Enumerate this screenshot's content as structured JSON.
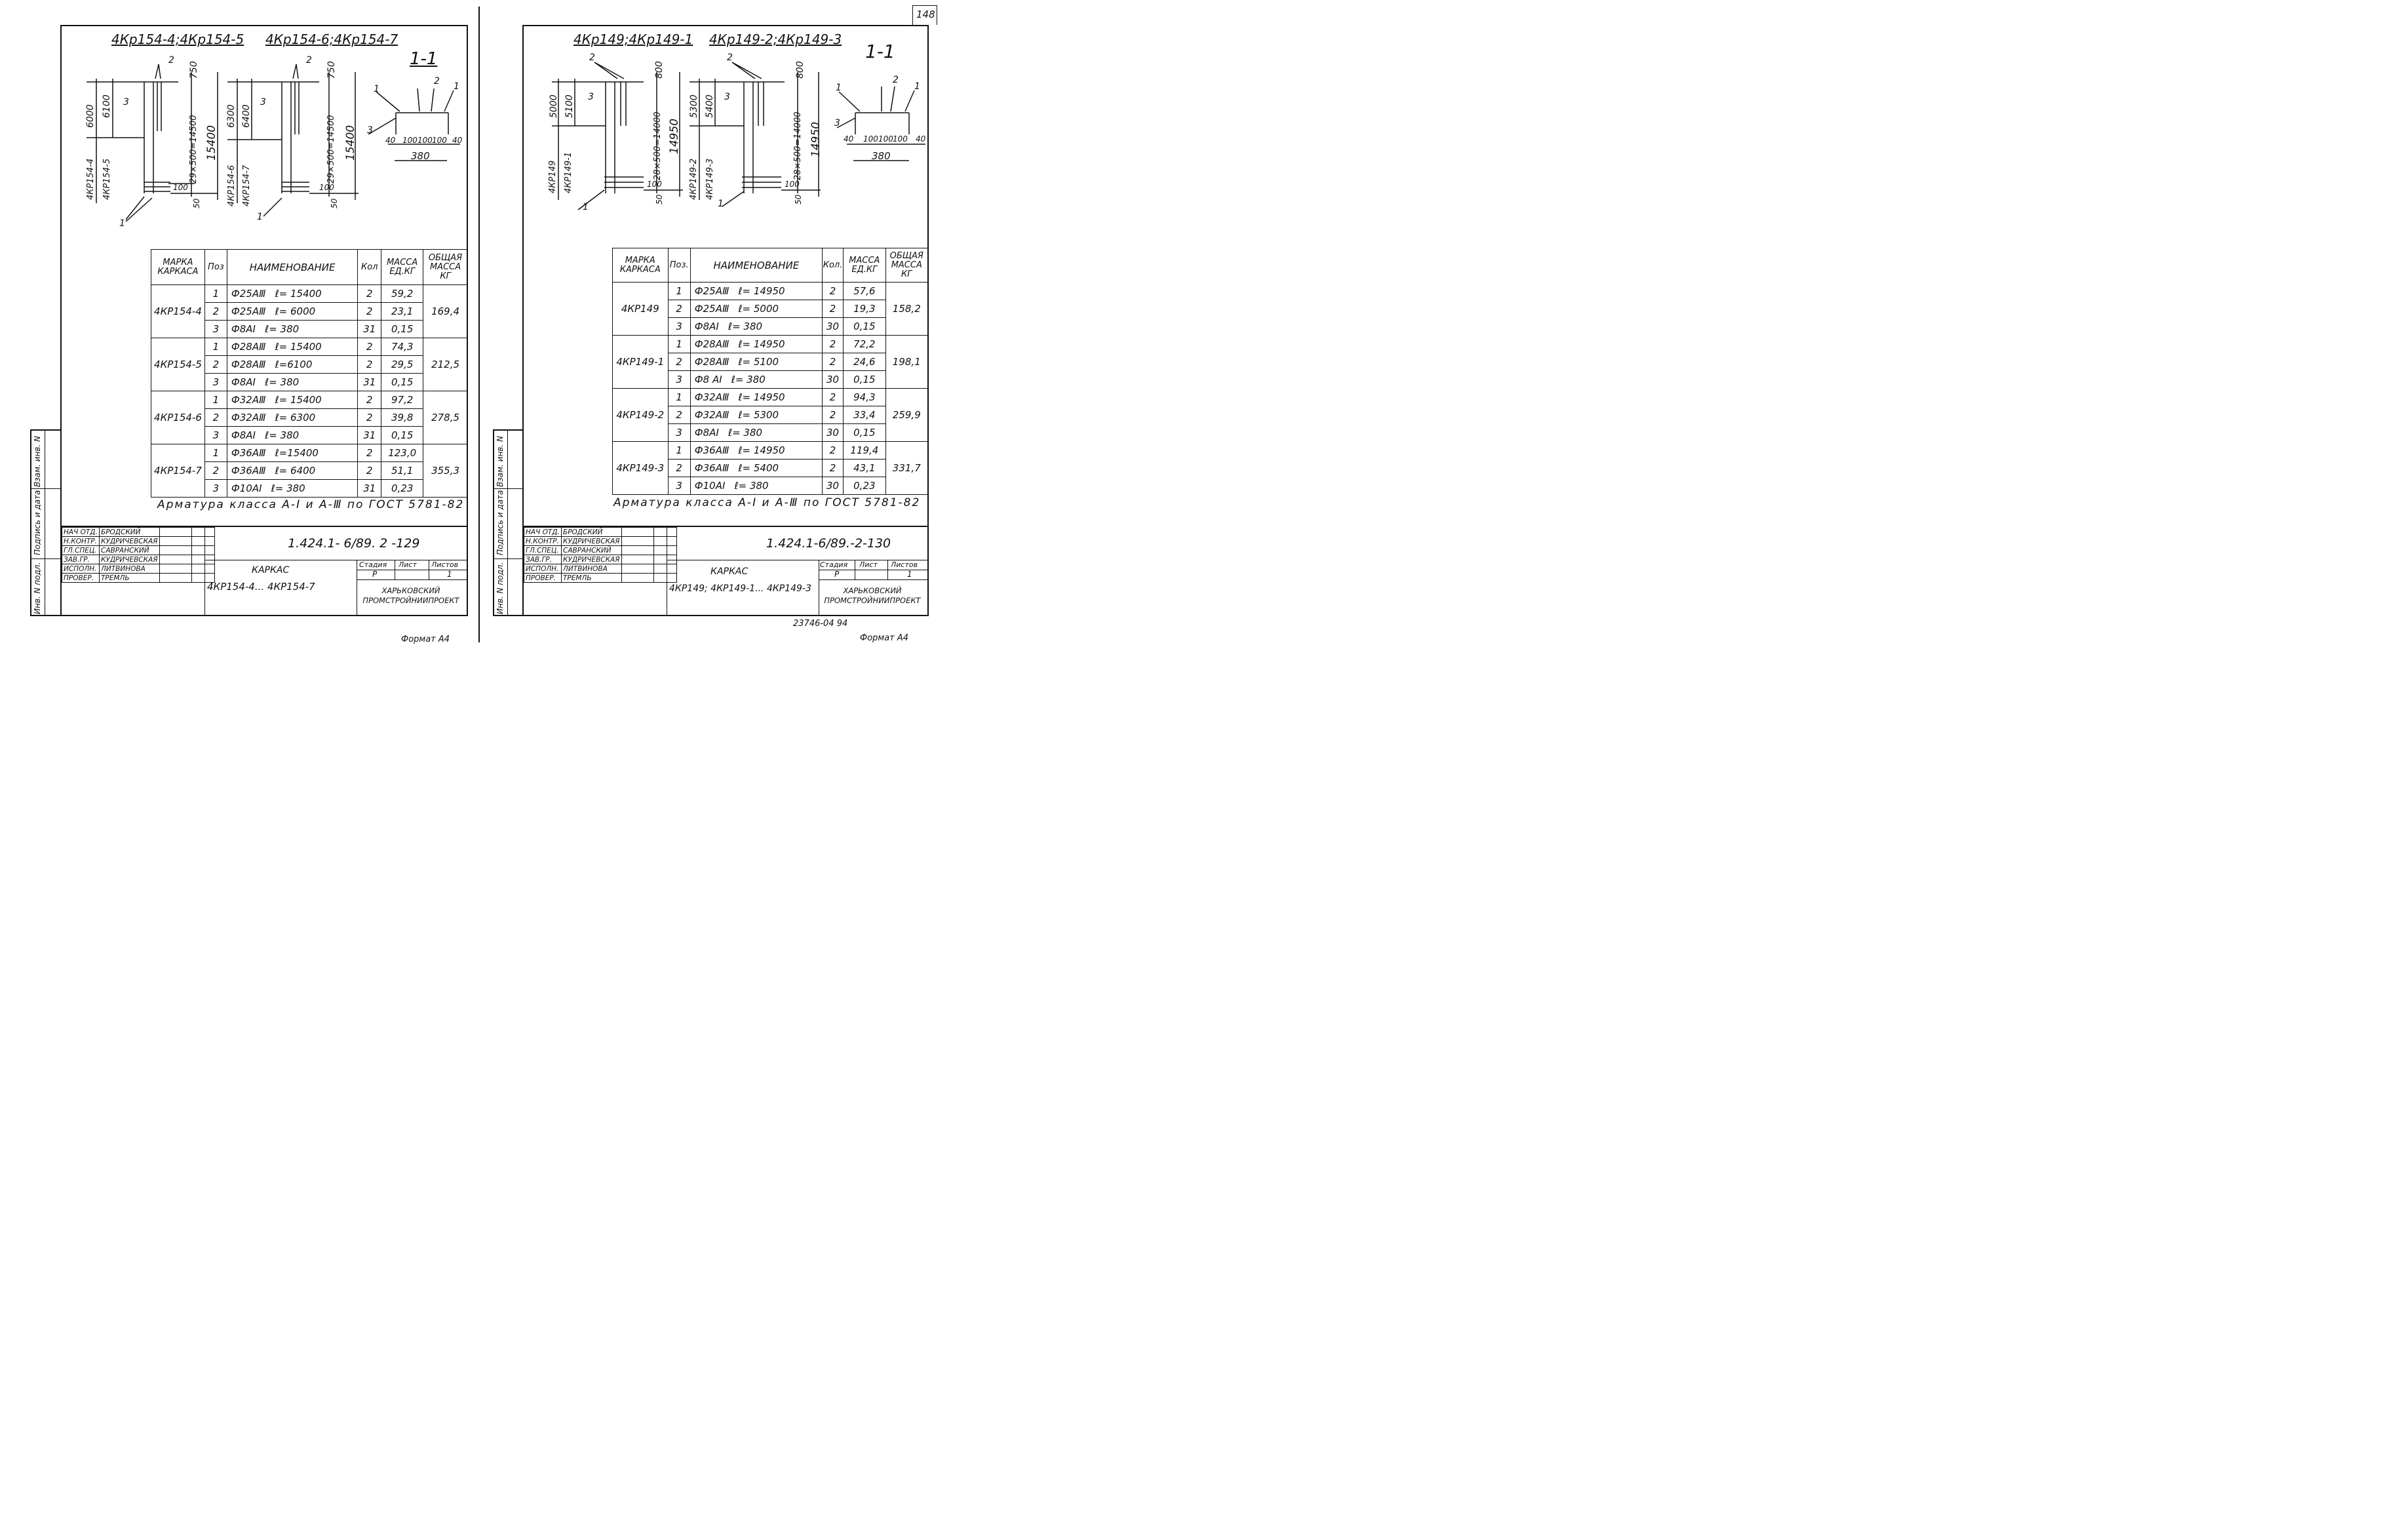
{
  "left": {
    "header_marks_a": "4Кр154-4;4Кр154-5",
    "header_marks_b": "4Кр154-6;4Кр154-7",
    "section_label": "1-1",
    "dims": {
      "top_len": "750",
      "total_len": "15400",
      "spacing": "29×500=14500",
      "short_a": "6000",
      "short_b": "6100",
      "short_c": "6300",
      "short_d": "6400",
      "end_100": "100",
      "end_50": "50",
      "mark_a": "4КР154-4",
      "mark_b": "4КР154-5",
      "mark_c": "4КР154-6",
      "mark_d": "4КР154-7",
      "pos1": "1",
      "pos2": "2",
      "pos3": "3",
      "sec_40": "40",
      "sec_100": "100",
      "sec_380": "380"
    },
    "table": {
      "headers": {
        "mark": "МАРКА КАРКАСА",
        "pos": "Поз",
        "name": "НАИМЕНОВАНИЕ",
        "qty": "Кол",
        "mass": "МАССА ЕД.КГ",
        "total": "ОБЩАЯ МАССА КГ"
      },
      "groups": [
        {
          "mark": "4КР154-4",
          "total": "169,4",
          "rows": [
            {
              "pos": "1",
              "bar": "Ф25АⅢ",
              "len": "ℓ= 15400",
              "qty": "2",
              "mass": "59,2"
            },
            {
              "pos": "2",
              "bar": "Ф25АⅢ",
              "len": "ℓ= 6000",
              "qty": "2",
              "mass": "23,1"
            },
            {
              "pos": "3",
              "bar": "Ф8АI",
              "len": "ℓ= 380",
              "qty": "31",
              "mass": "0,15"
            }
          ]
        },
        {
          "mark": "4КР154-5",
          "total": "212,5",
          "rows": [
            {
              "pos": "1",
              "bar": "Ф28АⅢ",
              "len": "ℓ= 15400",
              "qty": "2",
              "mass": "74,3"
            },
            {
              "pos": "2",
              "bar": "Ф28АⅢ",
              "len": "ℓ=6100",
              "qty": "2",
              "mass": "29,5"
            },
            {
              "pos": "3",
              "bar": "Ф8АI",
              "len": "ℓ= 380",
              "qty": "31",
              "mass": "0,15"
            }
          ]
        },
        {
          "mark": "4КР154-6",
          "total": "278,5",
          "rows": [
            {
              "pos": "1",
              "bar": "Ф32АⅢ",
              "len": "ℓ= 15400",
              "qty": "2",
              "mass": "97,2"
            },
            {
              "pos": "2",
              "bar": "Ф32АⅢ",
              "len": "ℓ= 6300",
              "qty": "2",
              "mass": "39,8"
            },
            {
              "pos": "3",
              "bar": "Ф8АI",
              "len": "ℓ= 380",
              "qty": "31",
              "mass": "0,15"
            }
          ]
        },
        {
          "mark": "4КР154-7",
          "total": "355,3",
          "rows": [
            {
              "pos": "1",
              "bar": "Ф36АⅢ",
              "len": "ℓ=15400",
              "qty": "2",
              "mass": "123,0"
            },
            {
              "pos": "2",
              "bar": "Ф36АⅢ",
              "len": "ℓ= 6400",
              "qty": "2",
              "mass": "51,1"
            },
            {
              "pos": "3",
              "bar": "Ф10АI",
              "len": "ℓ= 380",
              "qty": "31",
              "mass": "0,23"
            }
          ]
        }
      ]
    },
    "note": "Арматура класса А-I и А-Ⅲ по ГОСТ 5781-82",
    "title_block": {
      "code": "1.424.1- 6/89. 2 -129",
      "roles": [
        {
          "role": "НАЧ ОТД.",
          "name": "БРОДСКИЙ"
        },
        {
          "role": "Н.КОНТР.",
          "name": "КУДРИЧЕВСКАЯ"
        },
        {
          "role": "ГЛ.СПЕЦ.",
          "name": "САВРАНСКИЙ"
        },
        {
          "role": "ЗАВ.ГР.",
          "name": "КУДРИЧЕВСКАЯ"
        },
        {
          "role": "ИСПОЛН.",
          "name": "ЛИТВИНОВА"
        },
        {
          "role": "ПРОВЕР.",
          "name": "ТРЕМЛЬ"
        }
      ],
      "item": "КАРКАС",
      "item_marks": "4КР154-4... 4КР154-7",
      "stage_h": "Стадия",
      "sheet_h": "Лист",
      "sheets_h": "Листов",
      "stage": "Р",
      "sheets": "1",
      "org": "ХАРЬКОВСКИЙ ПРОМСТРОЙНИИПРОЕКТ"
    },
    "side": {
      "inv": "Инв. N подл.",
      "sign": "Подпись и дата",
      "vzam": "Взам. инв. N"
    },
    "format": "Формат А4"
  },
  "right": {
    "page_num": "148",
    "header_marks_a": "4Кр149;4Кр149-1",
    "header_marks_b": "4Кр149-2;4Кр149-3",
    "section_label": "1-1",
    "dims": {
      "top_len": "800",
      "total_len": "14950",
      "spacing": "28×500=14000",
      "short_a": "5000",
      "short_b": "5100",
      "short_c": "5300",
      "short_d": "5400",
      "end_100": "100",
      "end_50": "50",
      "mark_a": "4КР149",
      "mark_b": "4КР149-1",
      "mark_c": "4КР149-2",
      "mark_d": "4КР149-3",
      "pos1": "1",
      "pos2": "2",
      "pos3": "3",
      "sec_40": "40",
      "sec_100": "100",
      "sec_380": "380"
    },
    "table": {
      "headers": {
        "mark": "МАРКА КАРКАСА",
        "pos": "Поз.",
        "name": "НАИМЕНОВАНИЕ",
        "qty": "Кол.",
        "mass": "МАССА ЕД.КГ",
        "total": "ОБЩАЯ МАССА КГ"
      },
      "groups": [
        {
          "mark": "4КР149",
          "total": "158,2",
          "rows": [
            {
              "pos": "1",
              "bar": "Ф25АⅢ",
              "len": "ℓ= 14950",
              "qty": "2",
              "mass": "57,6"
            },
            {
              "pos": "2",
              "bar": "Ф25АⅢ",
              "len": "ℓ= 5000",
              "qty": "2",
              "mass": "19,3"
            },
            {
              "pos": "3",
              "bar": "Ф8АI",
              "len": "ℓ= 380",
              "qty": "30",
              "mass": "0,15"
            }
          ]
        },
        {
          "mark": "4КР149-1",
          "total": "198,1",
          "rows": [
            {
              "pos": "1",
              "bar": "Ф28АⅢ",
              "len": "ℓ= 14950",
              "qty": "2",
              "mass": "72,2"
            },
            {
              "pos": "2",
              "bar": "Ф28АⅢ",
              "len": "ℓ= 5100",
              "qty": "2",
              "mass": "24,6"
            },
            {
              "pos": "3",
              "bar": "Ф8 АI",
              "len": "ℓ= 380",
              "qty": "30",
              "mass": "0,15"
            }
          ]
        },
        {
          "mark": "4КР149-2",
          "total": "259,9",
          "rows": [
            {
              "pos": "1",
              "bar": "Ф32АⅢ",
              "len": "ℓ= 14950",
              "qty": "2",
              "mass": "94,3"
            },
            {
              "pos": "2",
              "bar": "Ф32АⅢ",
              "len": "ℓ= 5300",
              "qty": "2",
              "mass": "33,4"
            },
            {
              "pos": "3",
              "bar": "Ф8АI",
              "len": "ℓ= 380",
              "qty": "30",
              "mass": "0,15"
            }
          ]
        },
        {
          "mark": "4КР149-3",
          "total": "331,7",
          "rows": [
            {
              "pos": "1",
              "bar": "Ф36АⅢ",
              "len": "ℓ= 14950",
              "qty": "2",
              "mass": "119,4"
            },
            {
              "pos": "2",
              "bar": "Ф36АⅢ",
              "len": "ℓ= 5400",
              "qty": "2",
              "mass": "43,1"
            },
            {
              "pos": "3",
              "bar": "Ф10АI",
              "len": "ℓ= 380",
              "qty": "30",
              "mass": "0,23"
            }
          ]
        }
      ]
    },
    "note": "Арматура класса А-I и А-Ⅲ по ГОСТ 5781-82",
    "title_block": {
      "code": "1.424.1-6/89.-2-130",
      "roles": [
        {
          "role": "НАЧ ОТД.",
          "name": "БРОДСКИЙ"
        },
        {
          "role": "Н.КОНТР.",
          "name": "КУДРИЧЕВСКАЯ"
        },
        {
          "role": "ГЛ.СПЕЦ.",
          "name": "САВРАНСКИЙ"
        },
        {
          "role": "ЗАВ.ГР.",
          "name": "КУДРИЧЕВСКАЯ"
        },
        {
          "role": "ИСПОЛН.",
          "name": "ЛИТВИНОВА"
        },
        {
          "role": "ПРОВЕР.",
          "name": "ТРЕМЛЬ"
        }
      ],
      "item": "КАРКАС",
      "item_marks": "4КР149; 4КР149-1... 4КР149-3",
      "stage_h": "Стадия",
      "sheet_h": "Лист",
      "sheets_h": "Листов",
      "stage": "Р",
      "sheets": "1",
      "org": "ХАРЬКОВСКИЙ ПРОМСТРОЙНИИПРОЕКТ"
    },
    "side": {
      "inv": "Инв. N подл.",
      "sign": "Подпись и дата",
      "vzam": "Взам. инв. N"
    },
    "doc_num": "23746-04  94",
    "format": "Формат А4"
  }
}
